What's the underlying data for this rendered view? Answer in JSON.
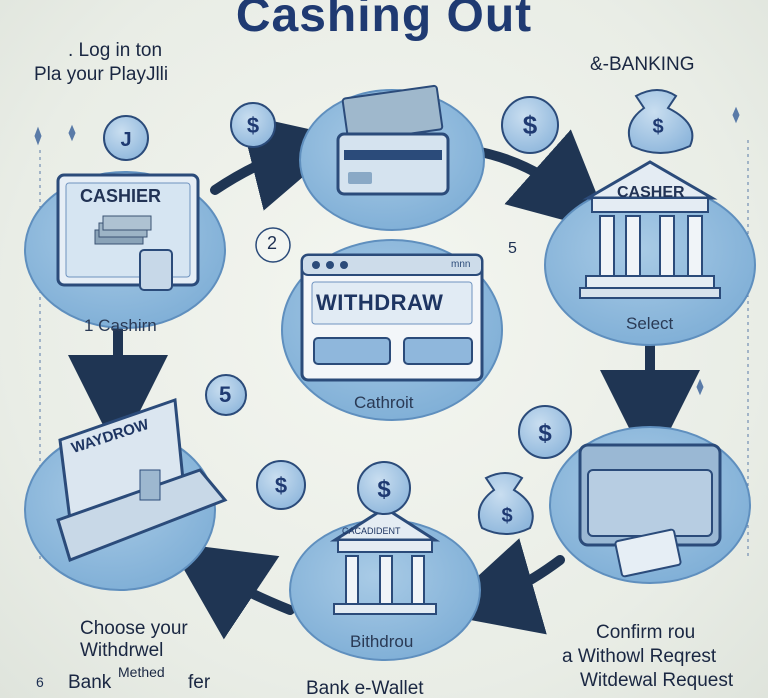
{
  "title": "Cashing Out",
  "top_left_caption": {
    "line1": ". Log in ton",
    "line2": "Pla your PlayJlli"
  },
  "top_right_caption": "&-BANKING",
  "nodes": {
    "cashier_panel": {
      "screen_label": "CASHIER",
      "caption": "1 Cashirn"
    },
    "bank_select": {
      "building_label": "CASHER",
      "caption": "Select"
    },
    "center_screen": {
      "tag": "mnn",
      "button_label": "WITHDRAW",
      "caption": "Cathroit"
    },
    "withdraw_desk": {
      "screen_label": "WAYDROW"
    },
    "bank_bottom": {
      "building_label": "CACADIDENT",
      "caption": "Bithdrou"
    }
  },
  "step_numbers": {
    "two": "2",
    "five_badge": "5",
    "five_side": "5"
  },
  "bottom_left_caption": {
    "line1": "Choose your",
    "line2": "Withdrwel",
    "line3": "Methed"
  },
  "bottom_left_footer": {
    "marker": "6",
    "text": "Bank",
    "tail": "fer"
  },
  "bottom_center_footer": "Bank e-Wallet",
  "bottom_right_caption": {
    "line1": "Confirm rou",
    "line2": "a Withowl Reqrest",
    "line3": "Witdewal Request"
  },
  "icons": [
    "dollar-coin-icon",
    "money-bag-icon",
    "bank-icon",
    "credit-card-icon",
    "cash-stack-icon",
    "arrow-icon"
  ],
  "colors": {
    "disc": "#8db8dc",
    "disc_dark": "#6f9fc9",
    "arrow": "#1f3553",
    "title": "#1f3a72",
    "background": "#eef1ea"
  }
}
